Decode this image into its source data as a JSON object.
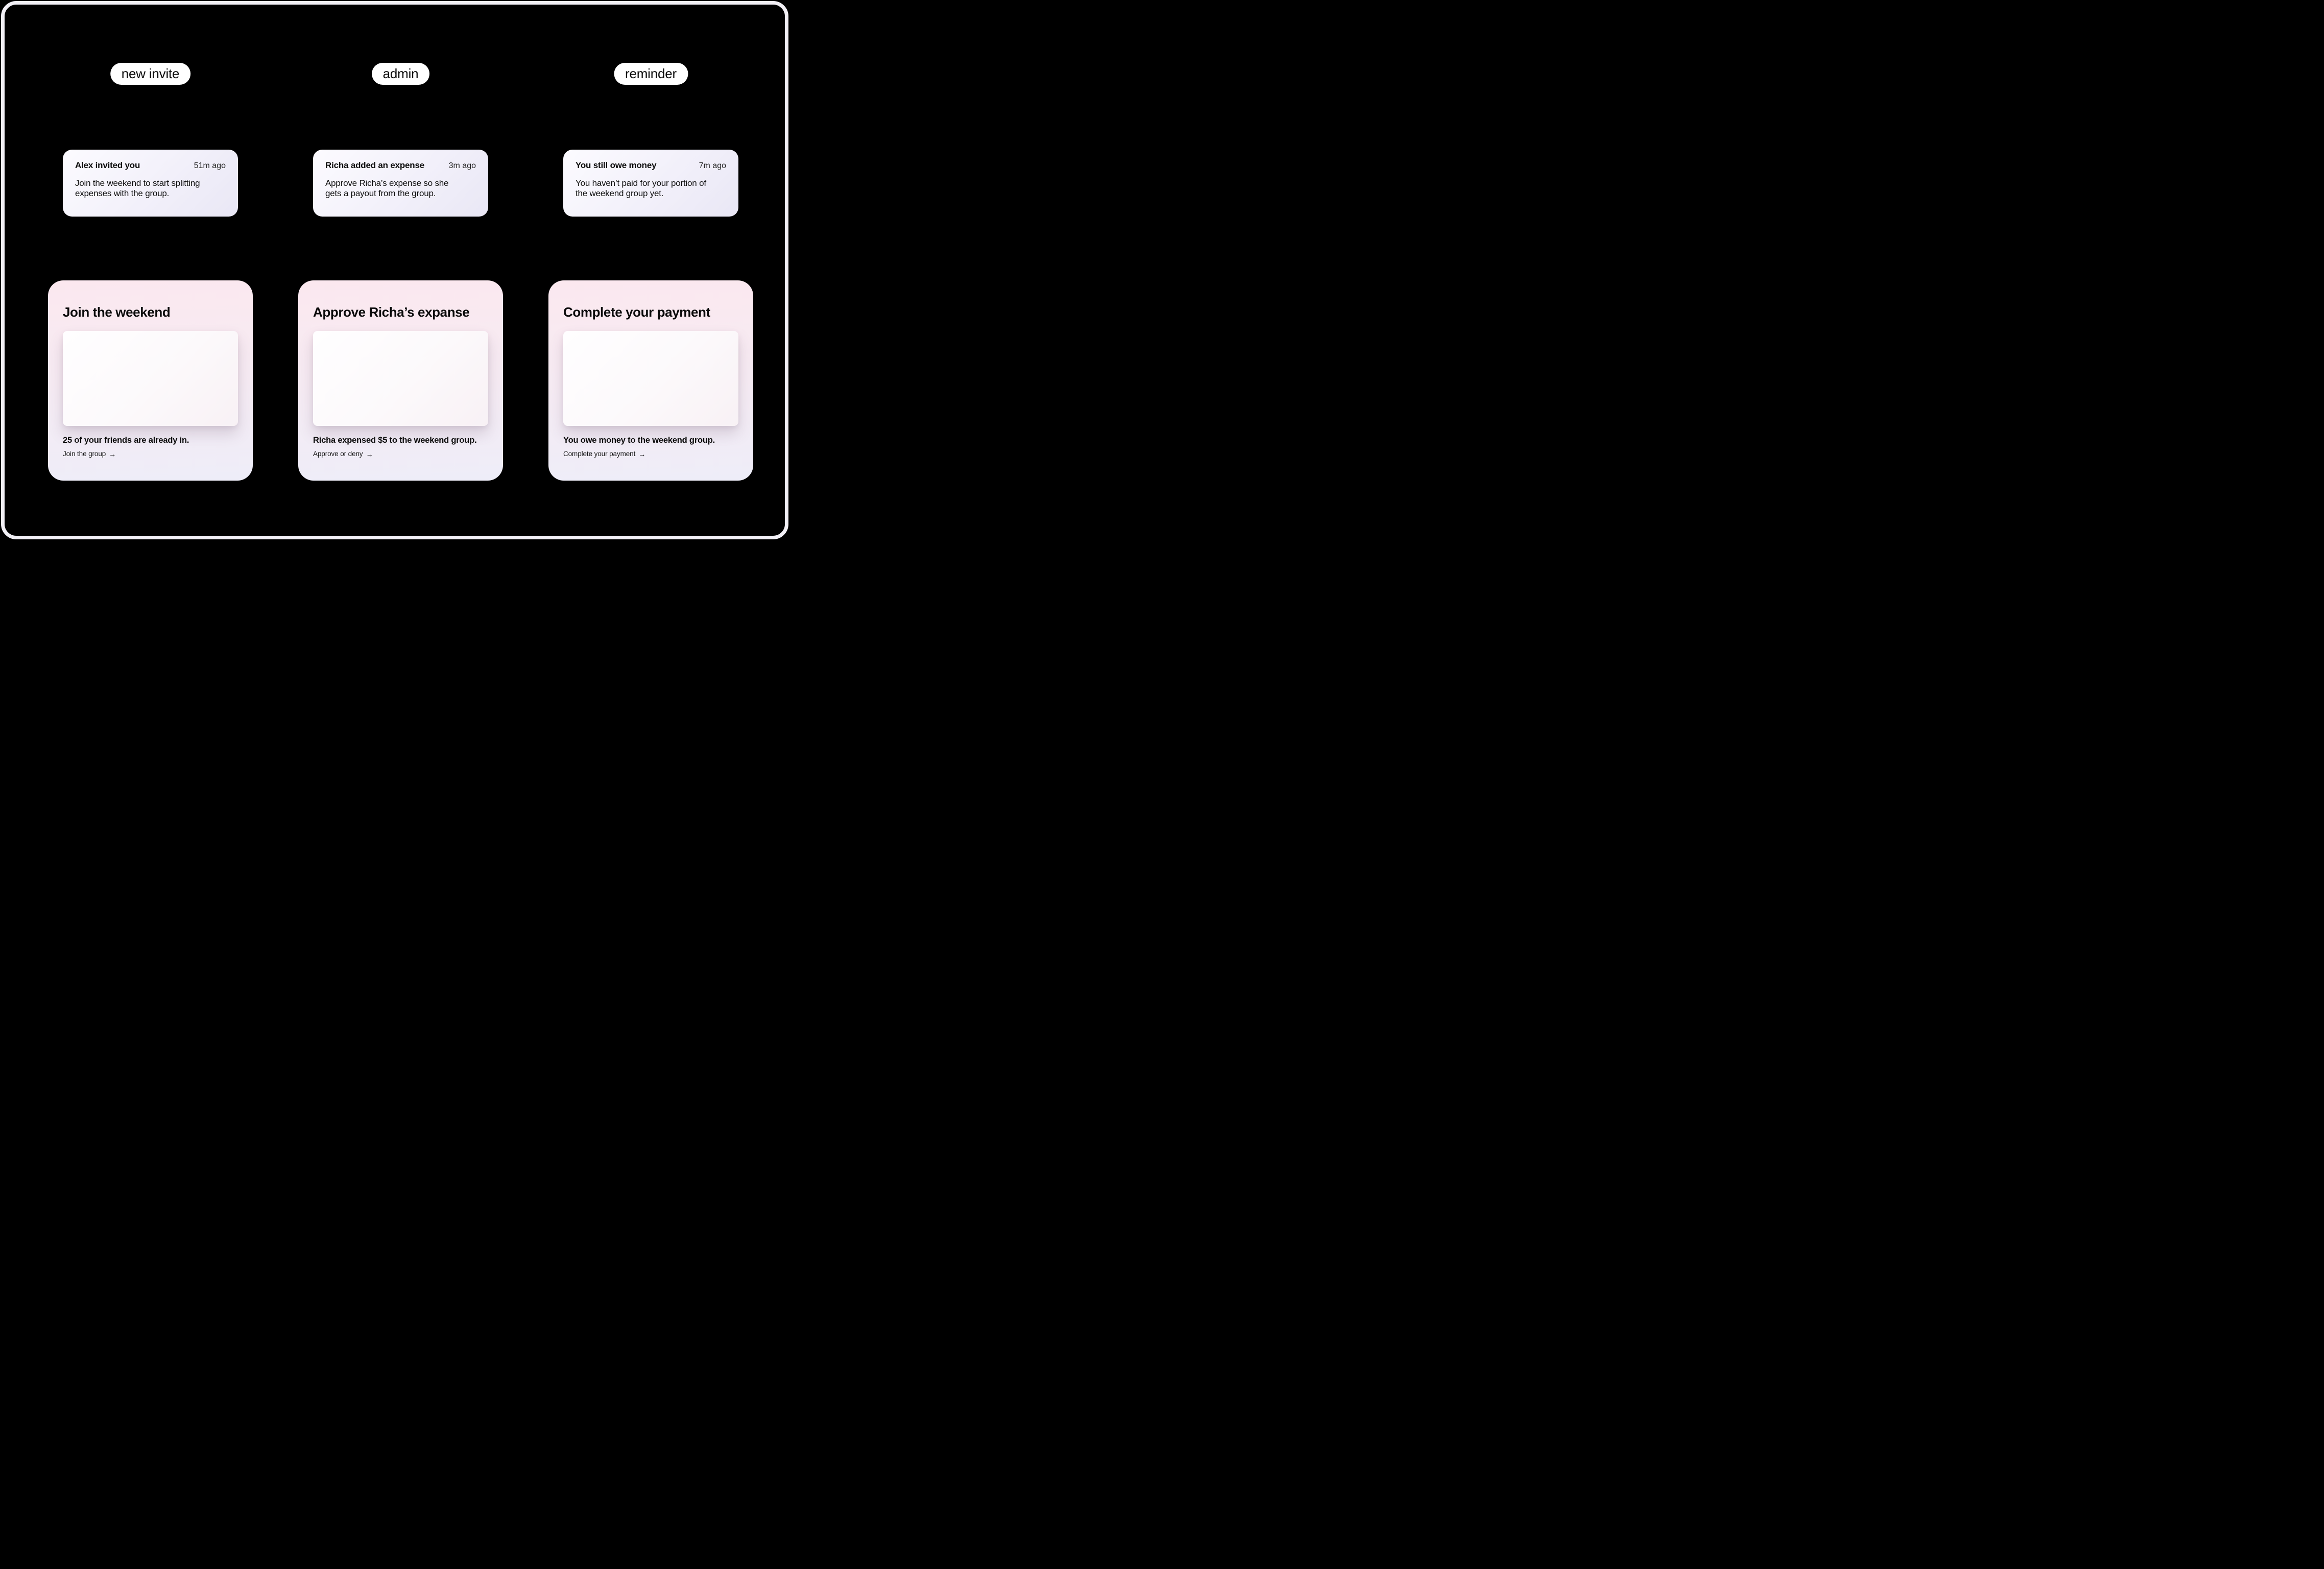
{
  "colors": {
    "canvas_bg": "#000000",
    "frame_border": "#f2f0f6",
    "pill_bg": "#ffffff",
    "notif_gradient_start": "#fcfbff",
    "notif_gradient_end": "#e9e7f5",
    "promo_gradient_start": "#fbe8ef",
    "promo_gradient_end": "#eeedf8",
    "text": "#0b0b0b"
  },
  "columns": [
    {
      "tag": "new invite",
      "notification": {
        "title": "Alex invited you",
        "time": "51m ago",
        "body": "Join the weekend to start splitting\nexpenses with the group."
      },
      "card": {
        "title": "Join the weekend",
        "message": "25 of your friends are already in.",
        "cta": "Join the group",
        "arrow": "→"
      }
    },
    {
      "tag": "admin",
      "notification": {
        "title": "Richa added an expense",
        "time": "3m ago",
        "body": "Approve Richa’s expense so she\ngets a payout from the group."
      },
      "card": {
        "title": "Approve Richa’s expanse",
        "message": "Richa expensed $5 to the weekend group.",
        "cta": "Approve or deny",
        "arrow": "→"
      }
    },
    {
      "tag": "reminder",
      "notification": {
        "title": "You still owe money",
        "time": "7m ago",
        "body": "You haven’t paid for your portion of\nthe weekend group yet."
      },
      "card": {
        "title": "Complete your payment",
        "message": "You owe money to the weekend group.",
        "cta": "Complete your payment",
        "arrow": "→"
      }
    }
  ]
}
